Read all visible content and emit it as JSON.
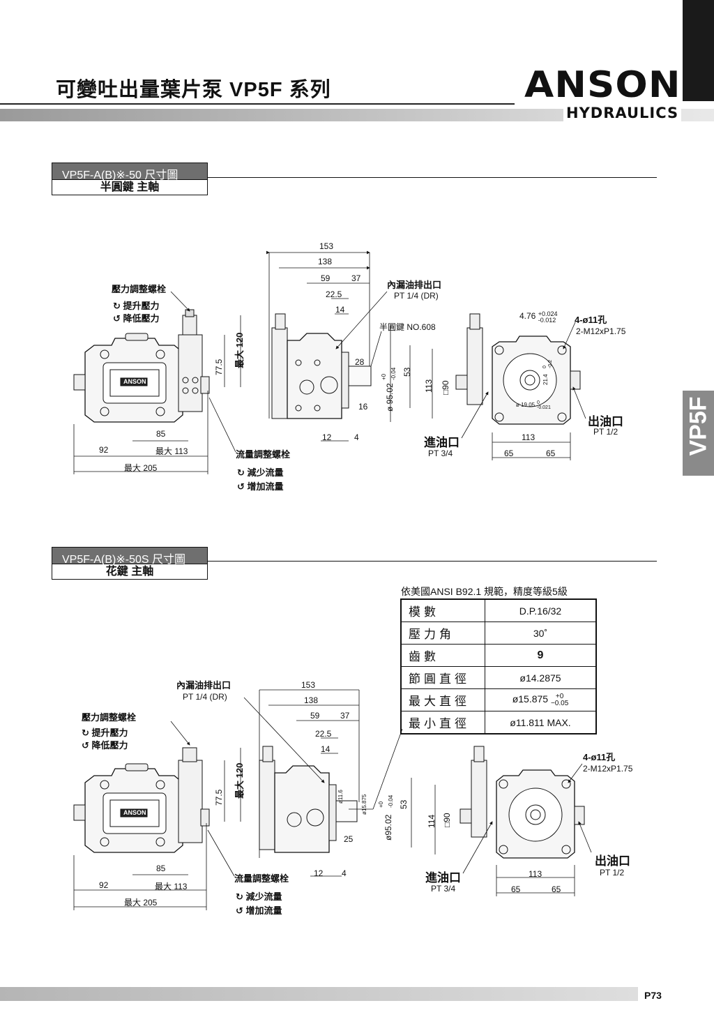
{
  "header": {
    "title": "可變吐出量葉片泵 VP5F 系列",
    "logo_main": "ANSON",
    "logo_sub": "HYDRAULICS",
    "side_tab": "VP5F"
  },
  "section1": {
    "title": "VP5F-A(B)※-50 尺寸圖",
    "subtitle": "半圓鍵 主軸",
    "labels": {
      "pressure_bolt": "壓力調整螺栓",
      "raise_pressure": "提升壓力",
      "lower_pressure": "降低壓力",
      "flow_bolt": "流量調整螺栓",
      "reduce_flow": "減少流量",
      "increase_flow": "增加流量",
      "drain_port": "內漏油排出口",
      "drain_spec": "PT 1/4 (DR)",
      "key": "半圓鍵 NO.608",
      "inlet": "進油口",
      "inlet_spec": "PT 3/4",
      "outlet": "出油口",
      "outlet_spec": "PT 1/2",
      "holes": "4-ø11孔",
      "thread": "2-M12xP1.75",
      "body_logo": "ANSON"
    },
    "dims": {
      "d153": "153",
      "d138": "138",
      "d59": "59",
      "d37": "37",
      "d22_5": "22.5",
      "d14": "14",
      "d28": "28",
      "d16": "16",
      "d12": "12",
      "d4": "4",
      "d85": "85",
      "d92": "92",
      "max113": "最大 113",
      "max205": "最大 205",
      "d77_5": "77.5",
      "max120": "最大 120",
      "d95": "ø 95.02",
      "d95_tol_up": "+0",
      "d95_tol_dn": "-0.04",
      "d53": "53",
      "d113v": "113",
      "sq90": "□90",
      "d476": "4.76",
      "d476_up": "+0.024",
      "d476_dn": "-0.012",
      "d214": "21.4",
      "d214_up": "0",
      "d214_dn": "-0.2",
      "d1905": "ø 19.05",
      "d1905_up": "0",
      "d1905_dn": "-0.021",
      "d113h": "113",
      "d65a": "65",
      "d65b": "65"
    }
  },
  "section2": {
    "title": "VP5F-A(B)※-50S 尺寸圖",
    "subtitle": "花鍵 主軸",
    "labels": {
      "pressure_bolt": "壓力調整螺栓",
      "raise_pressure": "提升壓力",
      "lower_pressure": "降低壓力",
      "flow_bolt": "流量調整螺栓",
      "reduce_flow": "減少流量",
      "increase_flow": "增加流量",
      "drain_port": "內漏油排出口",
      "drain_spec": "PT 1/4 (DR)",
      "inlet": "進油口",
      "inlet_spec": "PT 3/4",
      "outlet": "出油口",
      "outlet_spec": "PT 1/2",
      "holes": "4-ø11孔",
      "thread": "2-M12xP1.75",
      "body_logo": "ANSON"
    },
    "dims": {
      "d153": "153",
      "d138": "138",
      "d59": "59",
      "d37": "37",
      "d22_5": "22.5",
      "d14": "14",
      "d25": "25",
      "d12": "12",
      "d4": "4",
      "d85": "85",
      "d92": "92",
      "max113": "最大 113",
      "max205": "最大 205",
      "d77_5": "77.5",
      "max120": "最大 120",
      "d116": "ø11.6",
      "d15875": "ø15.875",
      "d95": "ø95.02",
      "d95_tol_up": "+0",
      "d95_tol_dn": "-0.04",
      "d53": "53",
      "d114": "114",
      "sq90": "□90",
      "d113h": "113",
      "d65a": "65",
      "d65b": "65"
    },
    "spec_caption": "依美國ANSI  B92.1 規範，精度等級5級",
    "spec_table": [
      {
        "key": "模數",
        "value": "D.P.16/32"
      },
      {
        "key": "壓力角",
        "value": "30˚"
      },
      {
        "key": "齒數",
        "value": "9"
      },
      {
        "key": "節圓直徑",
        "value": "ø14.2875"
      },
      {
        "key": "最大直徑",
        "value": "ø15.875",
        "tol_up": "+0",
        "tol_dn": "−0.05"
      },
      {
        "key": "最小直徑",
        "value": "ø11.811 MAX."
      }
    ]
  },
  "footer": {
    "page": "P73"
  }
}
